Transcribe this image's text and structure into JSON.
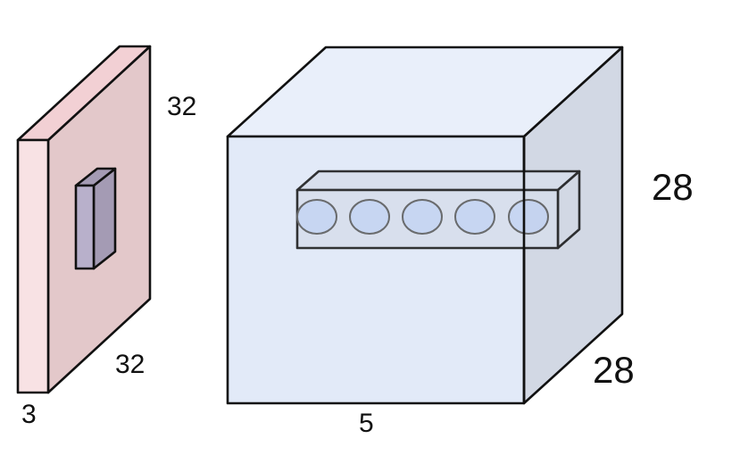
{
  "input_volume": {
    "height_label": "32",
    "width_label": "32",
    "depth_label": "3",
    "colors": {
      "front": "#f8e2e4",
      "side": "#e3c8ca",
      "top": "#f2d0d4",
      "filter_front": "#b8b0cb",
      "filter_side": "#a49bb4"
    }
  },
  "output_volume": {
    "height_label": "28",
    "width_label": "28",
    "depth_label": "5",
    "colors": {
      "front": "#e2eaf8",
      "side": "#d2d8e4",
      "top": "#e9effa",
      "column": "#d7deec",
      "neuron_fill": "#c3d3f1"
    }
  },
  "neuron_column": {
    "neuron_count": 5
  }
}
